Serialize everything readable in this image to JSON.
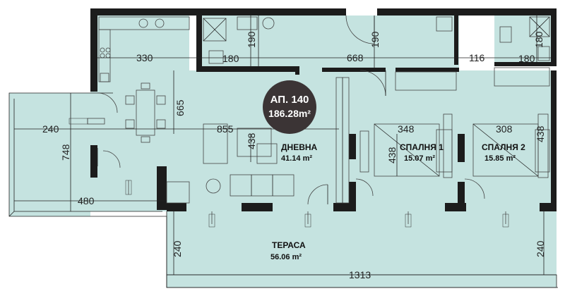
{
  "colors": {
    "floor": "#c5e3e0",
    "wall": "#1c1c1c",
    "badge": "#3b3435",
    "badge_text": "#ffffff",
    "line": "#222222"
  },
  "badge": {
    "apartment": "АП. 140",
    "area": "186.28m²"
  },
  "rooms": {
    "living": {
      "name": "ДНЕВНА",
      "area": "41.14 m²"
    },
    "bedroom1": {
      "name": "СПАЛНЯ 1",
      "area": "15.07 m²"
    },
    "bedroom2": {
      "name": "СПАЛНЯ 2",
      "area": "15.85 m²"
    },
    "terrace": {
      "name": "ТЕРАСА",
      "area": "56.06 m²"
    }
  },
  "dimensions": {
    "d330": "330",
    "d180a": "180",
    "d190a": "190",
    "d668": "668",
    "d190b": "190",
    "d116": "116",
    "d180b": "180",
    "d180c": "180",
    "d665": "665",
    "d240a": "240",
    "d855": "855",
    "d438a": "438",
    "d348": "348",
    "d438b": "438",
    "d308": "308",
    "d438c": "438",
    "d748": "748",
    "d480": "480",
    "d240b": "240",
    "d240c": "240",
    "d1313": "1313"
  }
}
